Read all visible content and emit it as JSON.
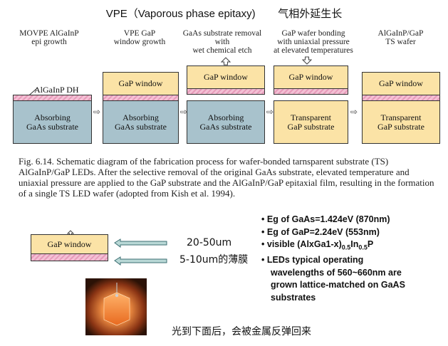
{
  "title": {
    "en": "VPE（Vaporous phase epitaxy)",
    "zh": "气相外延生长"
  },
  "steps": [
    {
      "label": "MOVPE AlGaInP\nepi growth"
    },
    {
      "label": "VPE GaP\nwindow growth"
    },
    {
      "label": "GaAs substrate removal\nwith\nwet chemical etch"
    },
    {
      "label": "GaP wafer bonding\nwith uniaxial pressure\nat elevated temperatures"
    },
    {
      "label": "AlGaInP/GaP\nTS wafer"
    }
  ],
  "diagram": {
    "dh_label": "AlGaInP DH",
    "window_label": "GaP window",
    "absorbing_label": "Absorbing\nGaAs substrate",
    "transparent_label": "Transparent\nGaP substrate",
    "flow_arrow": "⇨"
  },
  "caption": {
    "text": "Fig. 6.14. Schematic diagram of the fabrication process for wafer-bonded tarnsparent substrate (TS) AlGaInP/GaP LEDs. After the selective removal of the original GaAs substrate, elevated temperature and uniaxial pressure are applied to the GaP substrate and the AlGaInP/GaP epitaxial film, resulting in the formation of a single TS LED wafer (adopted from Kish et al. 1994)."
  },
  "bottom": {
    "window_label": "GaP window",
    "thick_label": "20-50um",
    "thin_label": "5-10um的薄膜",
    "note": "光到下面后，会被金属反弹回来"
  },
  "bullets": {
    "b1": "Eg of GaAs=1.424eV (870nm)",
    "b2": "Eg of GaP=2.24eV (553nm)",
    "b3_prefix": "visible (AlxGa1-x)",
    "b3_sub1": "0.5",
    "b3_mid": "In",
    "b3_sub2": "0.5",
    "b3_suffix": "P",
    "b4_line1": "LEDs typical operating",
    "b4_line2": "wavelengths of 560~660nm are",
    "b4_line3": "grown lattice-matched on GaAS",
    "b4_line4": "substrates",
    "bullet_mark": "•"
  },
  "colors": {
    "gaas_substrate": "#a8c2cc",
    "gap_layer": "#fbe3a6",
    "dh_layer": "#e79bba",
    "callout_arrow": "#b9d8d6",
    "led_glow": "#e8702a"
  },
  "icons": [
    "flow-arrow-icon",
    "up-arrow-icon",
    "down-arrow-icon",
    "left-arrow-icon",
    "bullet-icon"
  ]
}
